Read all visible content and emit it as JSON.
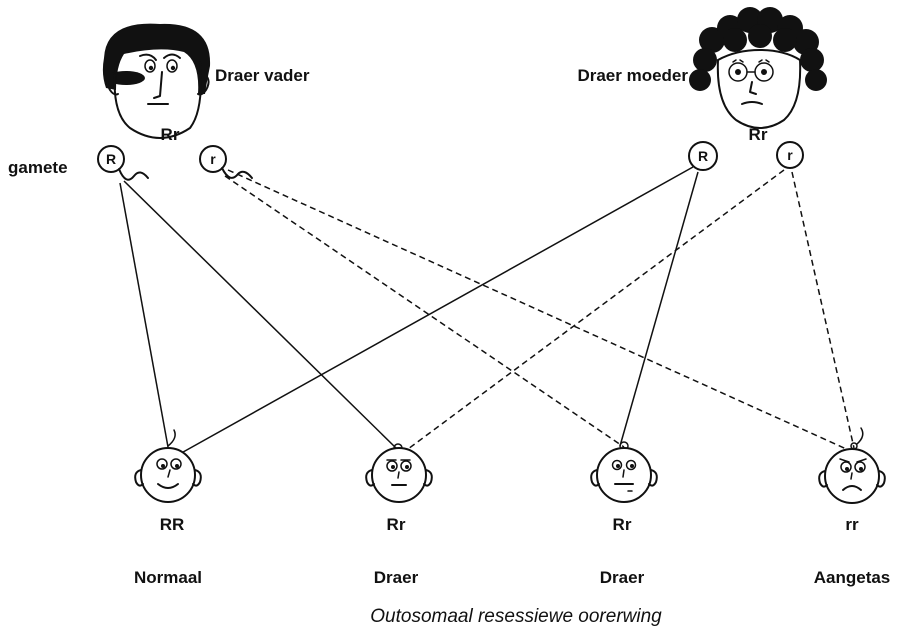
{
  "father": {
    "title": "Draer vader",
    "genotype": "Rr"
  },
  "mother": {
    "title": "Draer moeder",
    "genotype": "Rr"
  },
  "gamete_label": "gamete",
  "gametes": {
    "father_dominant": "R",
    "father_recessive": "r",
    "mother_dominant": "R",
    "mother_recessive": "r"
  },
  "offspring": [
    {
      "genotype": "RR",
      "phenotype": "Normaal"
    },
    {
      "genotype": "Rr",
      "phenotype": "Draer"
    },
    {
      "genotype": "Rr",
      "phenotype": "Draer"
    },
    {
      "genotype": "rr",
      "phenotype": "Aangetas"
    }
  ],
  "caption": "Outosomaal resessiewe oorerwing"
}
